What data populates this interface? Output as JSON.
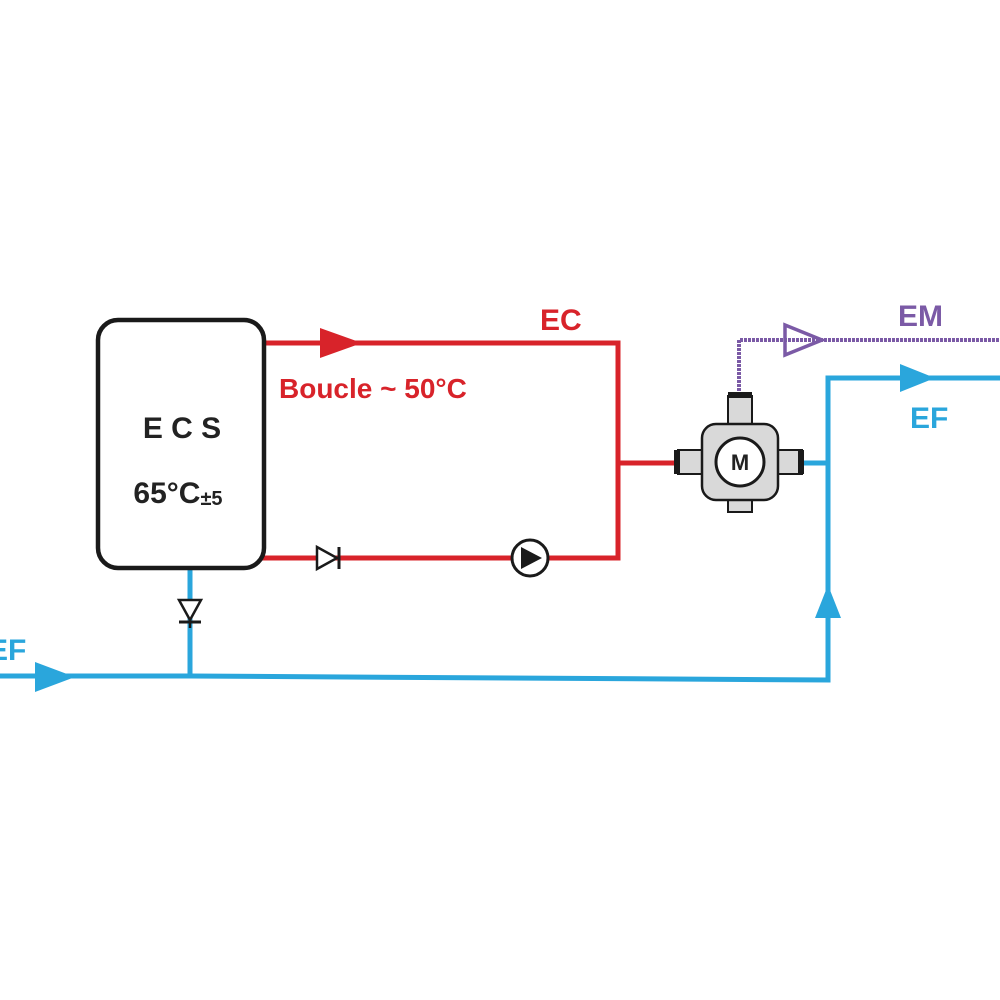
{
  "colors": {
    "hot": "#d8232a",
    "cold": "#2aa6dc",
    "mixed": "#7b5aa6",
    "outline": "#1a1a1a",
    "valve_body": "#d9d9d9"
  },
  "tank": {
    "name": "E C S",
    "temperature": "65°C",
    "tolerance": "±5"
  },
  "labels": {
    "hot_water": "EC",
    "loop": "Boucle ~ 50°C",
    "mixed_water": "EM",
    "cold_water_out": "EF",
    "cold_water_in": "EF"
  },
  "valve": {
    "motor_letter": "M"
  },
  "icons": {
    "check_valve_hot": "check-valve-icon",
    "check_valve_cold": "check-valve-icon",
    "pump": "pump-icon",
    "mixing_valve": "motorized-mixing-valve-icon"
  }
}
